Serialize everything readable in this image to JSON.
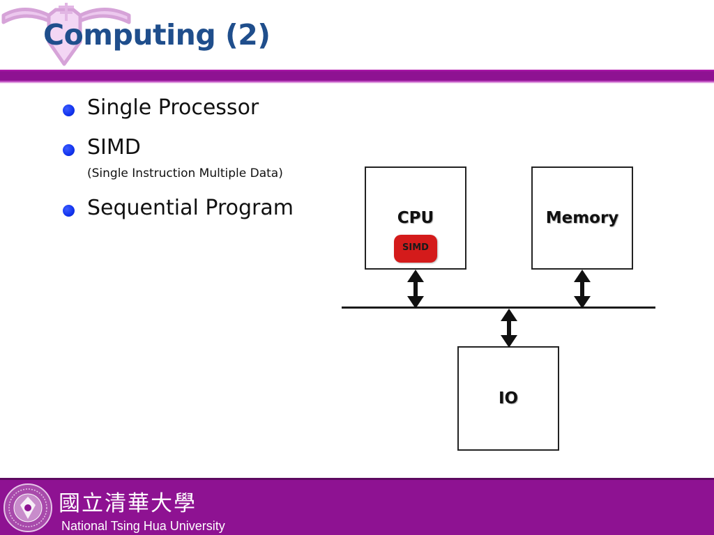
{
  "slide": {
    "title": "Computing (2)"
  },
  "bullets": [
    {
      "text": "Single Processor",
      "sub": ""
    },
    {
      "text": "SIMD",
      "sub": "(Single Instruction Multiple Data)"
    },
    {
      "text": "Sequential Program",
      "sub": ""
    }
  ],
  "diagram": {
    "cpu_label": "CPU",
    "simd_label": "SIMD",
    "memory_label": "Memory",
    "io_label": "IO"
  },
  "footer": {
    "university_zh": "國立清華大學",
    "university_en": "National Tsing Hua University"
  },
  "colors": {
    "title": "#1f4e8c",
    "bar": "#8e1292",
    "bullet": "#1133ee",
    "simd_badge": "#d41b1b"
  }
}
